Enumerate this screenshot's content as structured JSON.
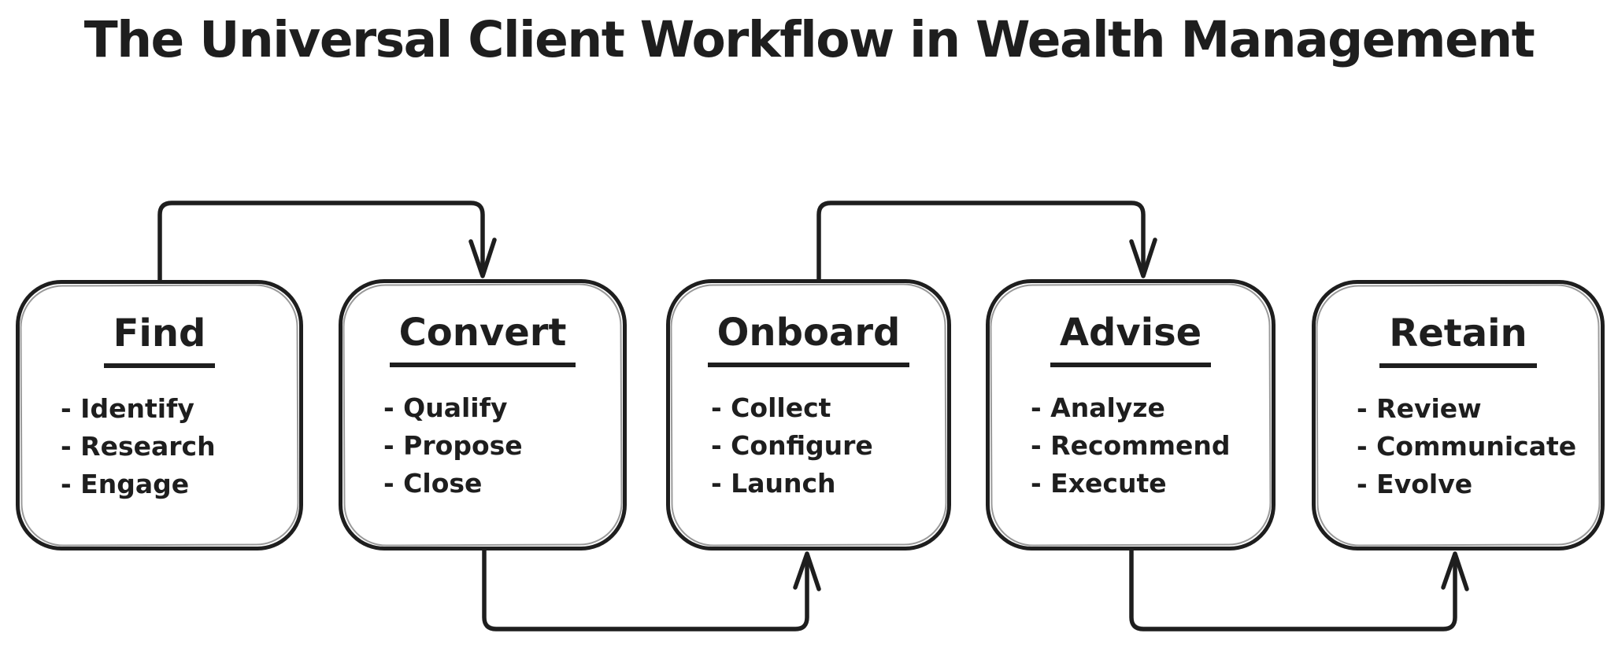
{
  "title": "The Universal Client Workflow in Wealth Management",
  "style": {
    "ink_color": "#1e1e1e",
    "background_color": "#ffffff"
  },
  "stages": [
    {
      "title": "Find",
      "items": [
        "- Identify",
        "- Research",
        "- Engage"
      ]
    },
    {
      "title": "Convert",
      "items": [
        "- Qualify",
        "- Propose",
        "- Close"
      ]
    },
    {
      "title": "Onboard",
      "items": [
        "- Collect",
        "- Configure",
        "- Launch"
      ]
    },
    {
      "title": "Advise",
      "items": [
        "- Analyze",
        "- Recommend",
        "- Execute"
      ]
    },
    {
      "title": "Retain",
      "items": [
        "- Review",
        "- Communicate",
        "- Evolve"
      ]
    }
  ],
  "flow": {
    "arrows": [
      {
        "from": "Find",
        "to": "Convert",
        "route": "over-top"
      },
      {
        "from": "Convert",
        "to": "Onboard",
        "route": "under-bottom"
      },
      {
        "from": "Onboard",
        "to": "Advise",
        "route": "over-top"
      },
      {
        "from": "Advise",
        "to": "Retain",
        "route": "under-bottom"
      }
    ]
  }
}
